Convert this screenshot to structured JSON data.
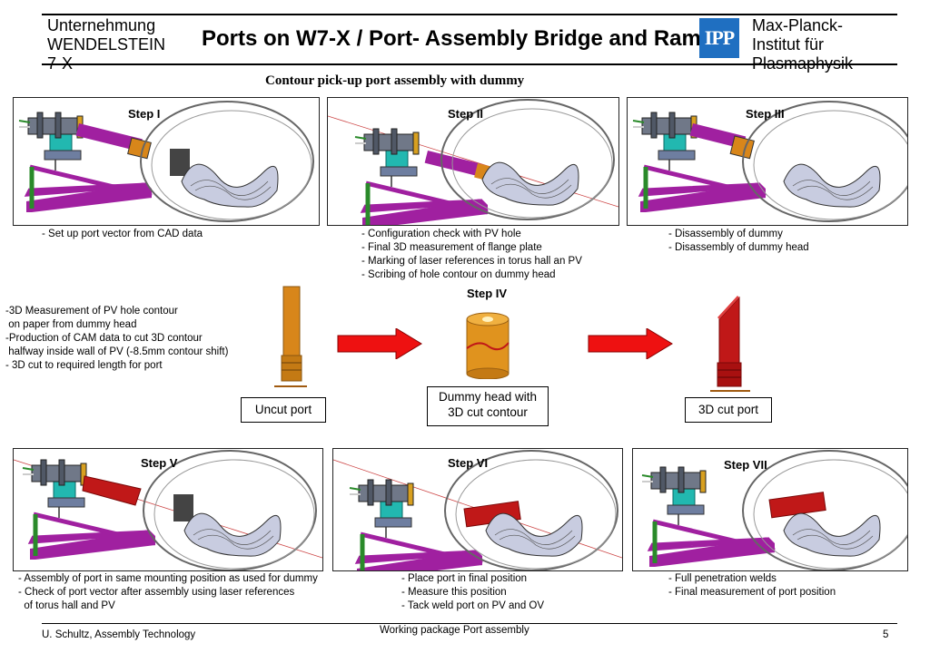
{
  "header": {
    "org_left": [
      "Unternehmung",
      "WENDELSTEIN",
      "7-X"
    ],
    "title": "Ports on W7-X / Port- Assembly Bridge and Ramp",
    "logo_text": "IPP",
    "org_right": [
      "Max-Planck-",
      "Institut für",
      "Plasmaphysik"
    ]
  },
  "subtitle": "Contour pick-up port assembly with dummy",
  "steps": {
    "s1": "Step I",
    "s2": "Step II",
    "s3": "Step III",
    "s4": "Step IV",
    "s5": "Step V",
    "s6": "Step VI",
    "s7": "Step VII"
  },
  "notes": {
    "step1": "- Set up port vector from CAD data",
    "step2": "- Configuration check with PV hole\n- Final 3D measurement of flange plate\n- Marking of laser references in torus hall an PV\n- Scribing of hole contour on dummy head",
    "step3": "- Disassembly of dummy\n- Disassembly of dummy head",
    "step4": "-3D Measurement of PV hole contour\n on paper from dummy head\n-Production of CAM data to cut 3D contour\n halfway inside wall of PV (-8.5mm contour shift)\n- 3D cut to required length for port",
    "step5": "- Assembly of port in same mounting position as used for dummy\n- Check of port vector after assembly using laser references\n  of torus hall and PV",
    "step6": "- Place port in final position\n- Measure this position\n- Tack weld port on PV and OV",
    "step7": "- Full penetration welds\n- Final measurement of port position"
  },
  "captions": {
    "uncut": "Uncut port",
    "dummy_line1": "Dummy head with",
    "dummy_line2": "3D cut contour",
    "cut": "3D cut port"
  },
  "footer": {
    "author": "U. Schultz, Assembly Technology",
    "center": "Working package Port assembly",
    "page": "5"
  },
  "colors": {
    "magenta": "#a020a0",
    "gold": "#d88a1a",
    "red_port": "#c01818",
    "arrow_red": "#ee1111",
    "logo_blue": "#1f6fc1"
  }
}
